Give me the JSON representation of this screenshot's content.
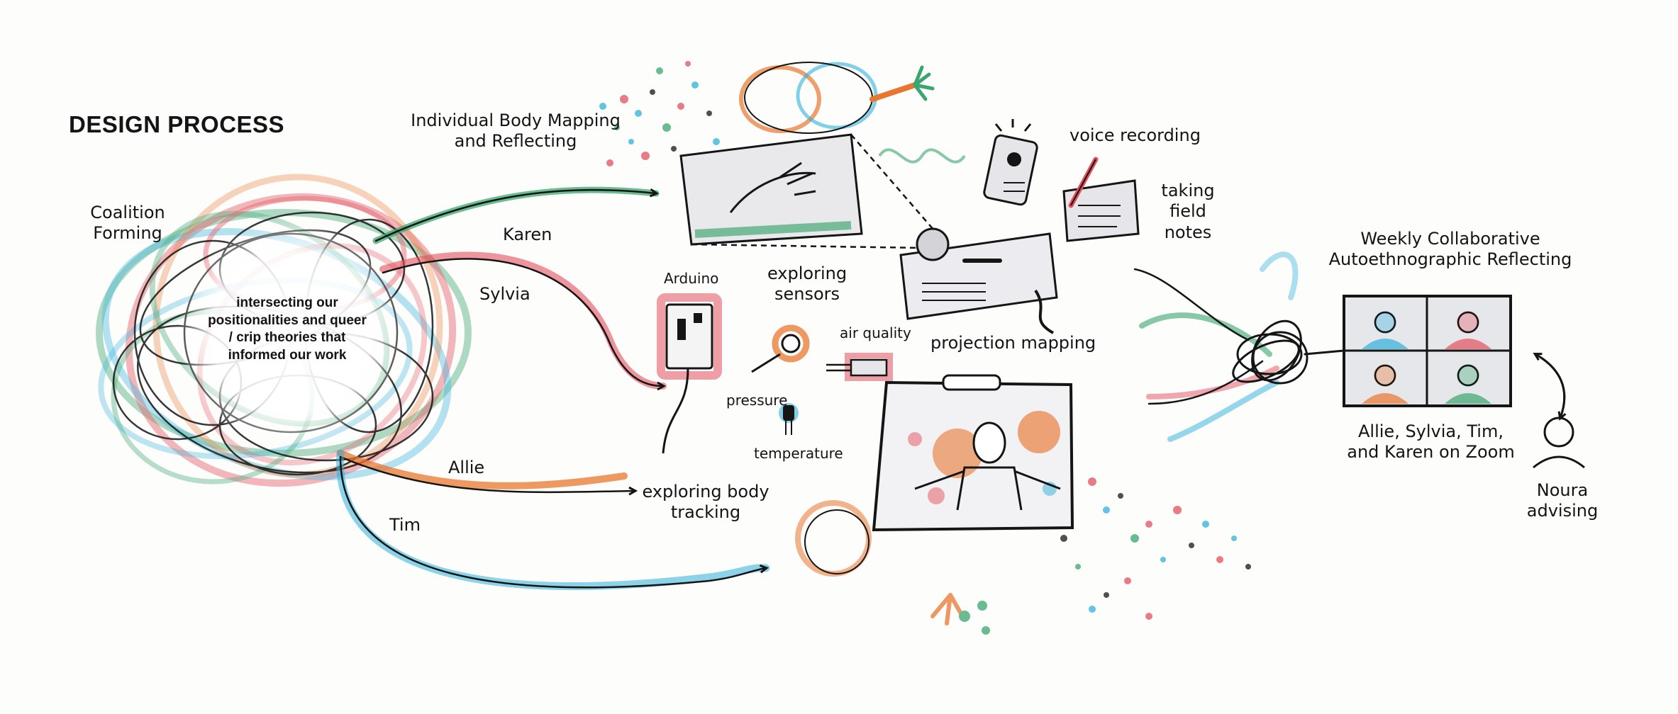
{
  "title": "DESIGN PROCESS",
  "coalition": {
    "label": "Coalition Forming",
    "core_text": "intersecting our positionalities and queer / crip theories that informed our work"
  },
  "participants": [
    "Karen",
    "Sylvia",
    "Allie",
    "Tim"
  ],
  "activities": {
    "body_mapping": "Individual Body Mapping and Reflecting",
    "arduino": "Arduino",
    "exploring_sensors": "exploring sensors",
    "air_quality": "air quality",
    "pressure": "pressure",
    "temperature": "temperature",
    "body_tracking": "exploring body tracking",
    "voice_recording": "voice recording",
    "field_notes": "taking field notes",
    "projection_mapping": "projection mapping"
  },
  "reflecting": {
    "title": "Weekly Collaborative Autoethnographic Reflecting",
    "zoom_label": "Allie, Sylvia, Tim, and Karen on Zoom",
    "advisor": "Noura advising"
  },
  "colors": {
    "green": "#3aa56e",
    "red": "#e2505c",
    "orange": "#e8762f",
    "blue": "#2fb0db",
    "ink": "#151515"
  }
}
